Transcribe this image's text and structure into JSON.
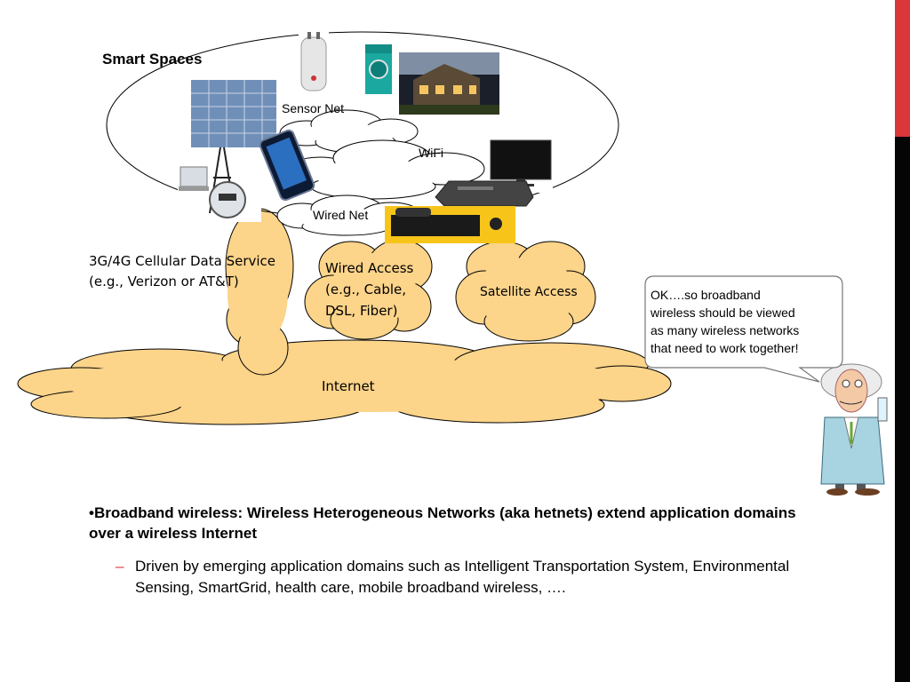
{
  "diagram": {
    "smart_spaces": "Smart Spaces",
    "sensor_net": "Sensor Net",
    "wifi": "WiFi",
    "wired_net": "Wired  Net",
    "cellular_line1": "3G/4G Cellular Data Service",
    "cellular_line2": "(e.g., Verizon or AT&T)",
    "wired_access": [
      "Wired Access",
      "(e.g., Cable,",
      "DSL, Fiber)"
    ],
    "satellite_access": "Satellite Access",
    "internet": "Internet",
    "speech_bubble": [
      "OK….so broadband",
      "wireless should be viewed",
      "as many wireless networks",
      "that need to work together!"
    ]
  },
  "bullets": {
    "main": "•Broadband wireless:   Wireless Heterogeneous Networks (aka hetnets)  extend application domains over a wireless Internet",
    "sub_dash": "–",
    "sub": "Driven by emerging application domains such as Intelligent Transportation System, Environmental Sensing, SmartGrid, health care,  mobile broadband wireless, …."
  },
  "colors": {
    "cloud_fill": "#fcd48a",
    "accent_red": "#d9373a",
    "side_bar_dark": "#050505"
  }
}
